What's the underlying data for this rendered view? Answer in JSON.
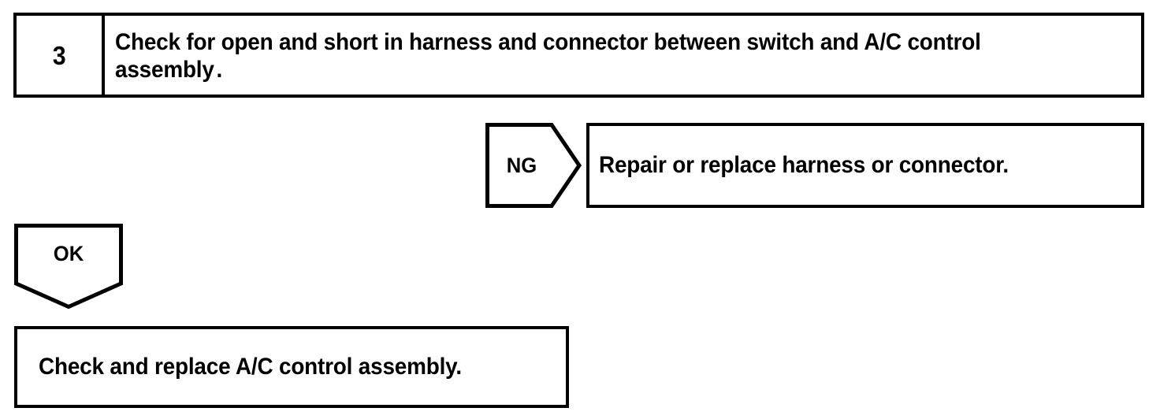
{
  "document": {
    "type": "diagnostic-flowchart",
    "ink_color": "#000000",
    "paper_color": "#ffffff"
  },
  "step": {
    "number": "3",
    "instruction": "Check for open and short in harness and connector between switch and A/C control assembly",
    "instruction_terminator": "."
  },
  "branches": {
    "ng": {
      "tag_label": "NG",
      "tag_shape": "pentagon-arrow-right",
      "action": "Repair or replace harness or connector."
    },
    "ok": {
      "tag_label": "OK",
      "tag_shape": "pentagon-arrow-down",
      "action": "Check and replace A/C control assembly."
    }
  }
}
